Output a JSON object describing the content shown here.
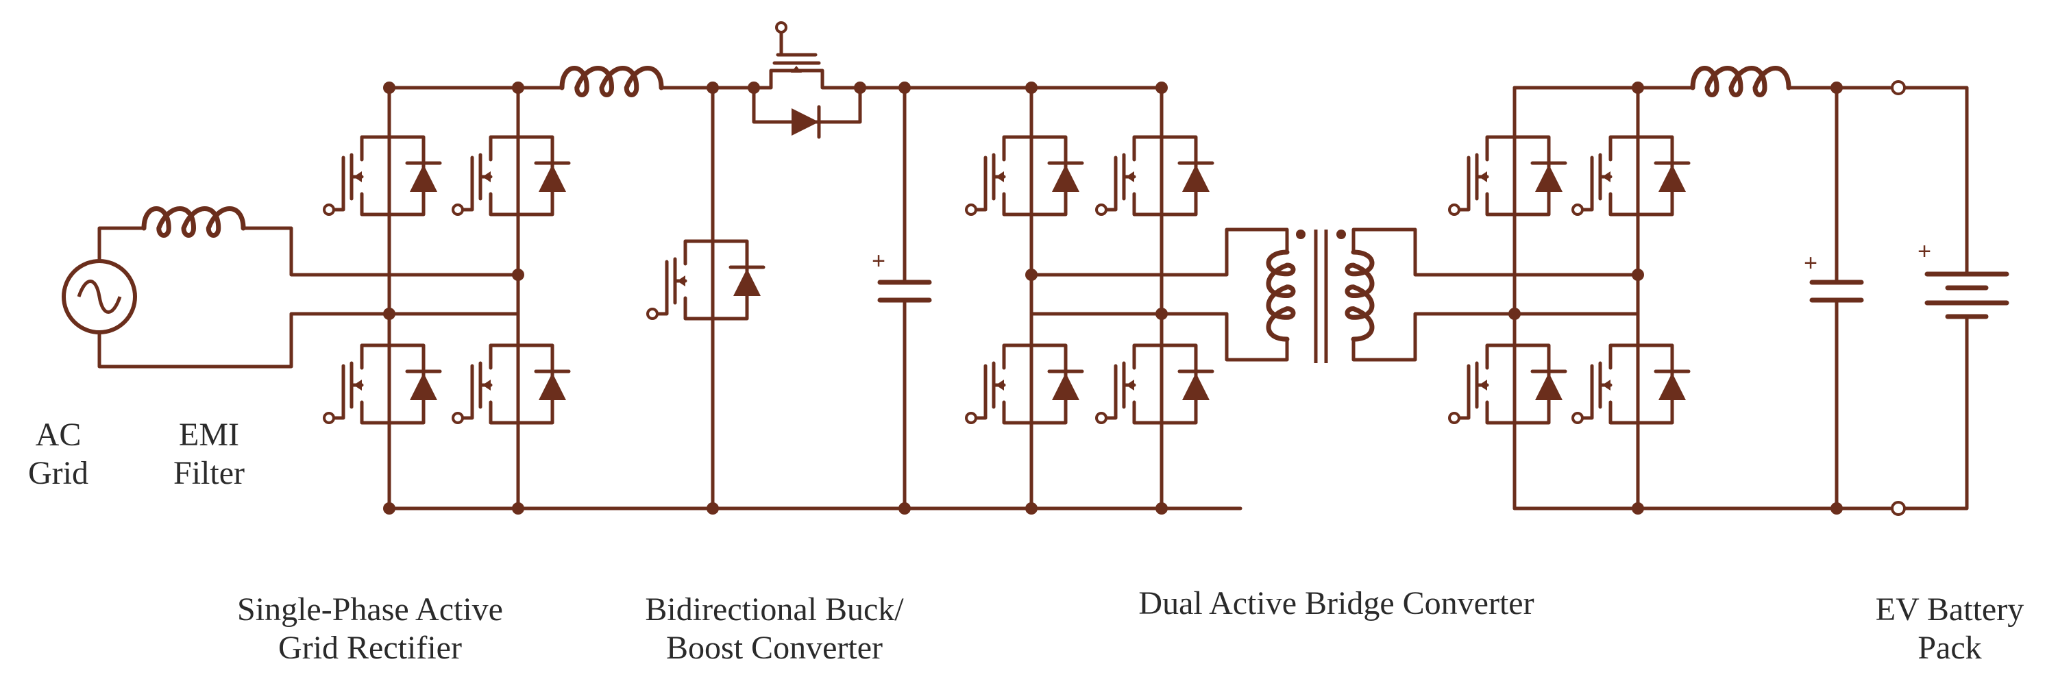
{
  "colors": {
    "wire": "#6b2e1c",
    "text": "#2a2a2a",
    "background": "#ffffff"
  },
  "labels": {
    "ac_grid": {
      "line1": "AC",
      "line2": "Grid"
    },
    "emi_filter": {
      "line1": "EMI",
      "line2": "Filter"
    },
    "rectifier": {
      "line1": "Single-Phase Active",
      "line2": "Grid Rectifier"
    },
    "buck_boost": {
      "line1": "Bidirectional Buck/",
      "line2": "Boost Converter"
    },
    "dab": {
      "line1": "Dual Active Bridge Converter"
    },
    "battery": {
      "line1": "EV Battery",
      "line2": "Pack"
    }
  },
  "polarity_marks": {
    "plus": "+"
  }
}
